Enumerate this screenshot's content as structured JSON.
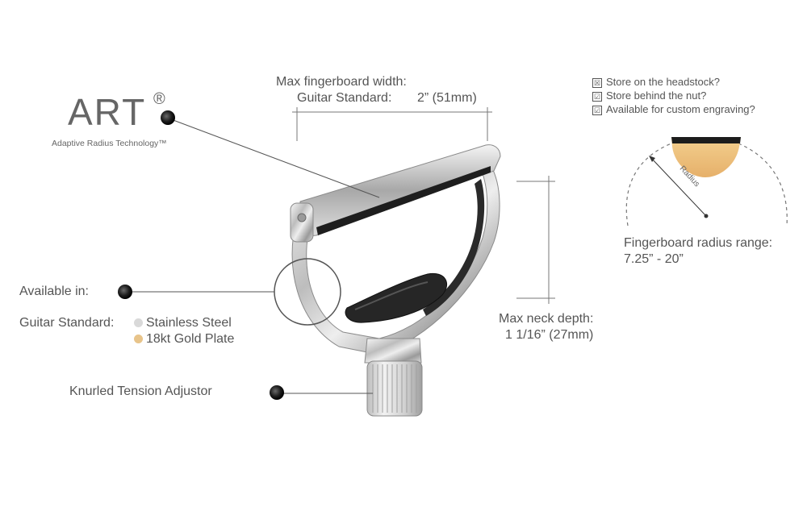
{
  "logo": {
    "mark": "ART",
    "registered": "®",
    "tagline": "Adaptive Radius Technology™"
  },
  "fingerboard_width": {
    "title": "Max fingerboard width:",
    "standard_label": "Guitar Standard:",
    "standard_value": "2” (51mm)"
  },
  "checklist": [
    {
      "mark": "☒",
      "label": "Store on the headstock?"
    },
    {
      "mark": "☑",
      "label": "Store behind the nut?"
    },
    {
      "mark": "☑",
      "label": "Available for custom engraving?"
    }
  ],
  "radius_diagram": {
    "label": "Radius",
    "caption_line1": "Fingerboard radius range:",
    "caption_line2": "7.25” - 20”"
  },
  "availability": {
    "title": "Available in:",
    "line_label": "Guitar Standard:",
    "finishes": [
      {
        "name": "Stainless Steel",
        "color": "#d9d9d9"
      },
      {
        "name": "18kt Gold Plate",
        "color": "#e8c48a"
      }
    ]
  },
  "neck_depth": {
    "title": "Max neck depth:",
    "value": "1 1/16” (27mm)"
  },
  "adjustor": {
    "label": "Knurled Tension Adjustor"
  }
}
